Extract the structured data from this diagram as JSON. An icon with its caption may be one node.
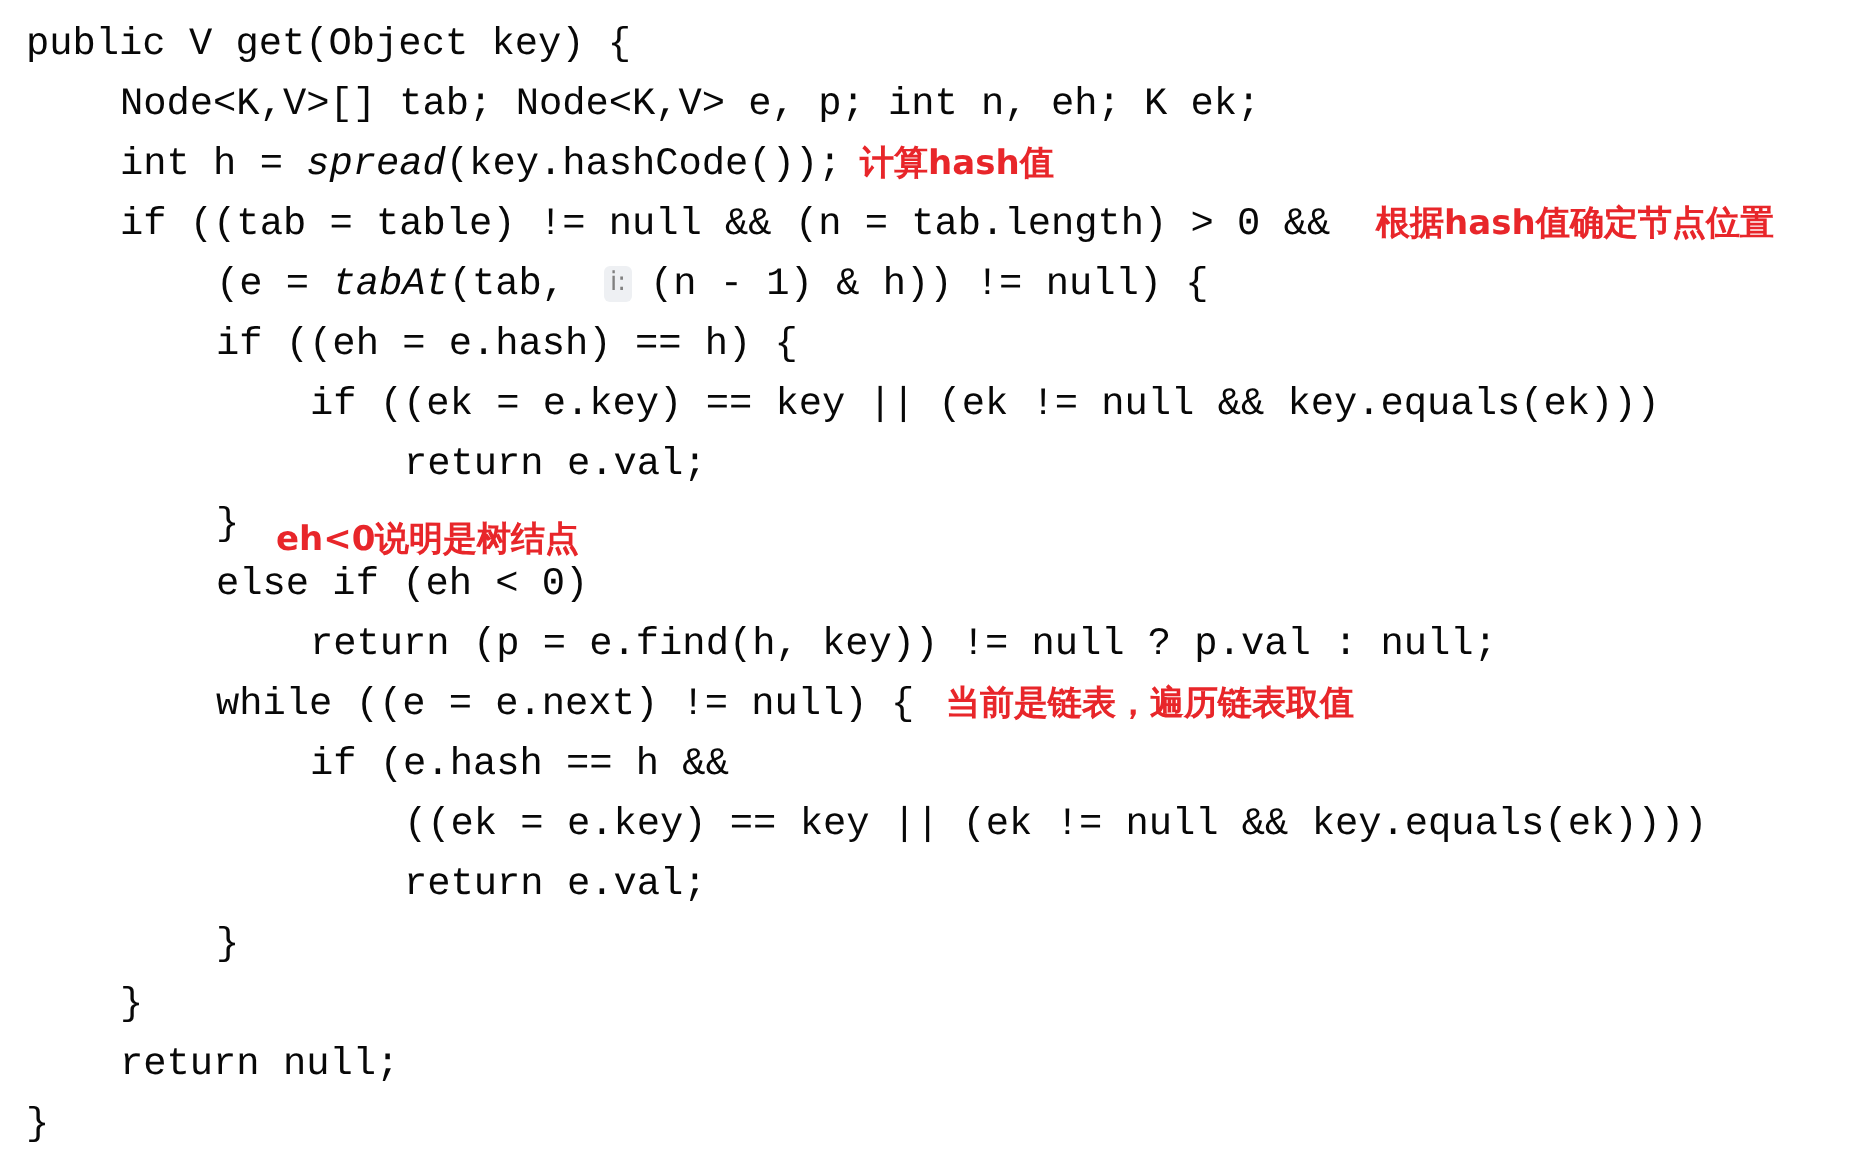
{
  "diagram": {
    "labels": [
      "public V get(Object key) {",
      "Node<K,V>[] tab; Node<K,V> e, p; int n, eh; K ek;",
      "int h = *spread*(key.hashCode());",
      "计算hash值",
      "if ((tab = table) != null && (n = tab.length) > 0 &&",
      "根据hash值确定节点位置",
      "(e = *tabAt*(tab,",
      "i:",
      "(n - 1) & h)) != null) {",
      "if ((eh = e.hash) == h) {",
      "if ((ek = e.key) == key || (ek != null && key.equals(ek)))",
      "return e.val;",
      "}",
      "eh<0说明是树结点",
      "else if (eh < 0)",
      "return (p = e.find(h, key)) != null ? p.val : null;",
      "while ((e = e.next) != null) {",
      "当前是链表，遍历链表取值",
      "if (e.hash == h &&",
      "((ek = e.key) == key || (ek != null && key.equals(ek))))",
      "return e.val;",
      "}",
      "}",
      "return null;",
      "}"
    ]
  }
}
